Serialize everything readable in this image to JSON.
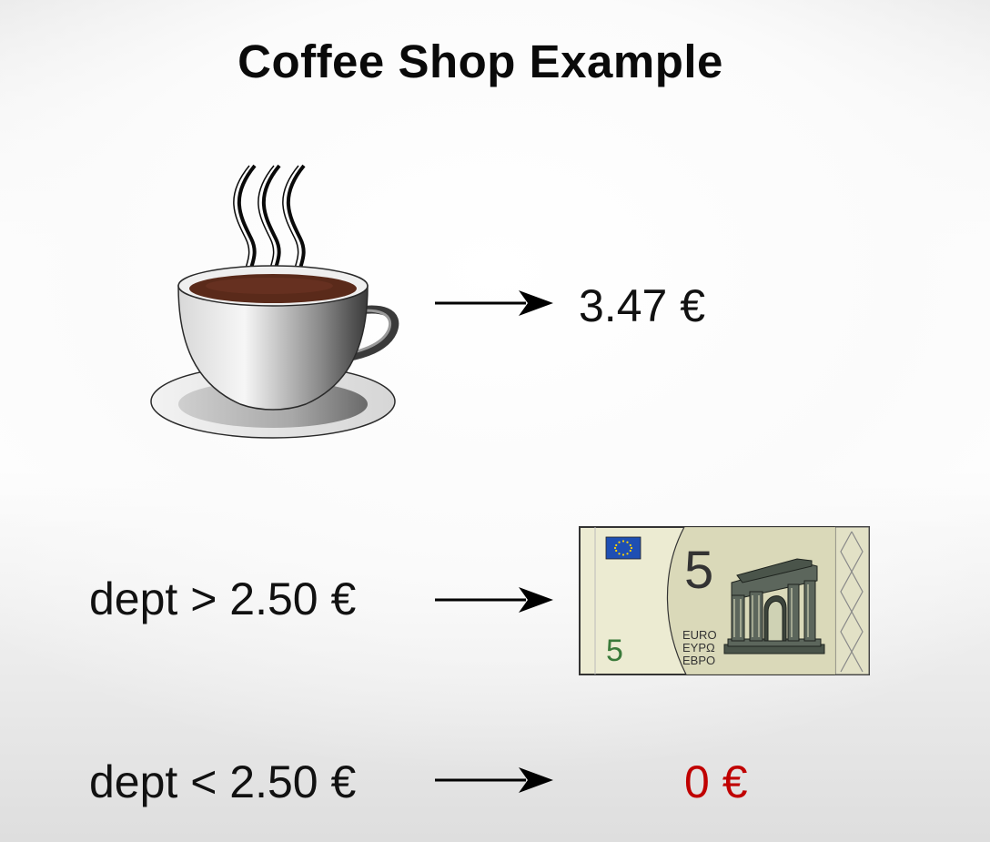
{
  "title": "Coffee Shop Example",
  "price": {
    "label": "3.47 €"
  },
  "rules": [
    {
      "condition": "dept > 2.50 €",
      "result": "banknote-5-euro"
    },
    {
      "condition": "dept < 2.50 €",
      "result": "0 €"
    }
  ],
  "banknote": {
    "denomination_large": "5",
    "denomination_small": "5",
    "currency_lines": [
      "EURO",
      "EYPΩ",
      "EBPO"
    ]
  },
  "colors": {
    "zero_result": "#c00000",
    "note_background": "#ecebd2",
    "note_green": "#3a7a3a",
    "eu_flag": "#1e4fb3"
  },
  "icons": [
    "coffee-cup-icon",
    "arrow-right-icon",
    "banknote-icon"
  ]
}
